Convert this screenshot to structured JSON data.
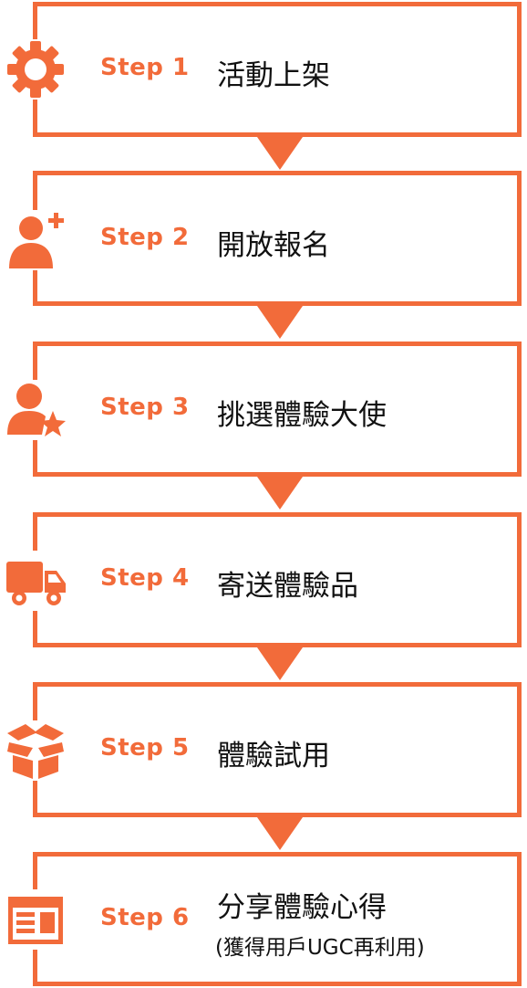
{
  "colors": {
    "accent": "#f26b3a",
    "text": "#111111",
    "background": "#ffffff"
  },
  "steps": [
    {
      "label": "Step 1",
      "title": "活動上架",
      "icon": "gear-icon"
    },
    {
      "label": "Step 2",
      "title": "開放報名",
      "icon": "add-user-icon"
    },
    {
      "label": "Step 3",
      "title": "挑選體驗大使",
      "icon": "user-star-icon"
    },
    {
      "label": "Step 4",
      "title": "寄送體驗品",
      "icon": "truck-icon"
    },
    {
      "label": "Step 5",
      "title": "體驗試用",
      "icon": "open-box-icon"
    },
    {
      "label": "Step 6",
      "title": "分享體驗心得",
      "subtitle": "(獲得用戶UGC再利用)",
      "icon": "article-icon"
    }
  ]
}
